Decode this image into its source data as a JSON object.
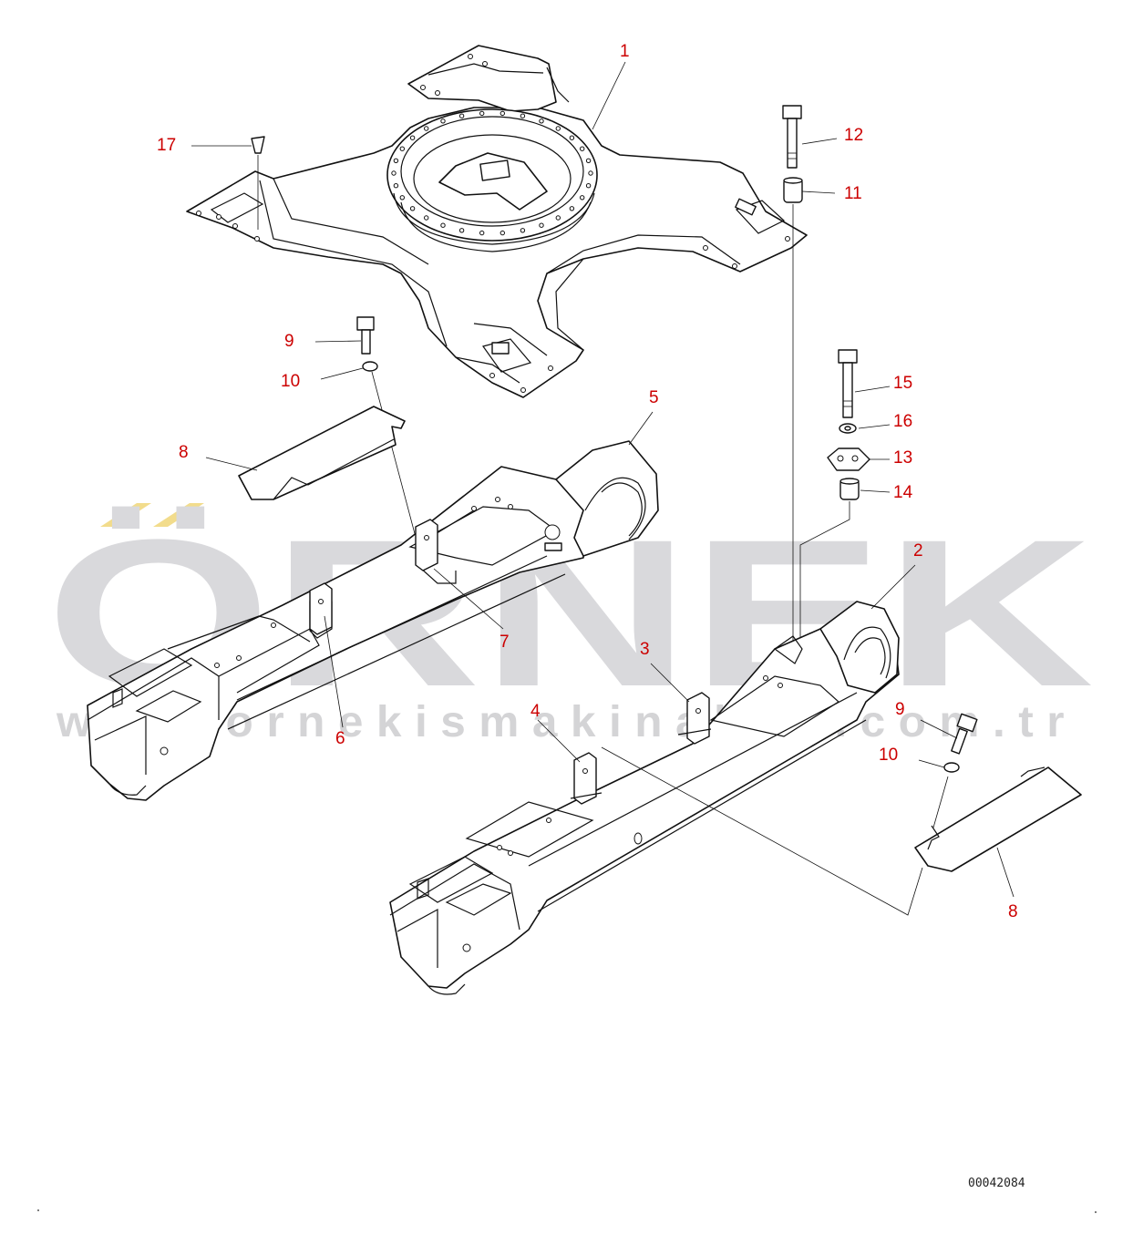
{
  "callouts": [
    {
      "id": "c1",
      "label": "1",
      "color": "#cc0000"
    },
    {
      "id": "c2",
      "label": "2",
      "color": "#cc0000"
    },
    {
      "id": "c3",
      "label": "3",
      "color": "#cc0000"
    },
    {
      "id": "c4",
      "label": "4",
      "color": "#cc0000"
    },
    {
      "id": "c5",
      "label": "5",
      "color": "#cc0000"
    },
    {
      "id": "c6",
      "label": "6",
      "color": "#cc0000"
    },
    {
      "id": "c7",
      "label": "7",
      "color": "#cc0000"
    },
    {
      "id": "c8a",
      "label": "8",
      "color": "#cc0000"
    },
    {
      "id": "c8b",
      "label": "8",
      "color": "#cc0000"
    },
    {
      "id": "c9a",
      "label": "9",
      "color": "#cc0000"
    },
    {
      "id": "c9b",
      "label": "9",
      "color": "#cc0000"
    },
    {
      "id": "c10a",
      "label": "10",
      "color": "#cc0000"
    },
    {
      "id": "c10b",
      "label": "10",
      "color": "#cc0000"
    },
    {
      "id": "c11",
      "label": "11",
      "color": "#cc0000"
    },
    {
      "id": "c12",
      "label": "12",
      "color": "#cc0000"
    },
    {
      "id": "c13",
      "label": "13",
      "color": "#cc0000"
    },
    {
      "id": "c14",
      "label": "14",
      "color": "#cc0000"
    },
    {
      "id": "c15",
      "label": "15",
      "color": "#cc0000"
    },
    {
      "id": "c16",
      "label": "16",
      "color": "#cc0000"
    },
    {
      "id": "c17",
      "label": "17",
      "color": "#cc0000"
    }
  ],
  "watermark": {
    "brand": "ÖRNEK",
    "url": "www.ornekismakinalari.com.tr",
    "color": "#d9d9dc",
    "accent": "#f2dc8c"
  },
  "drawing_code": "00042084"
}
